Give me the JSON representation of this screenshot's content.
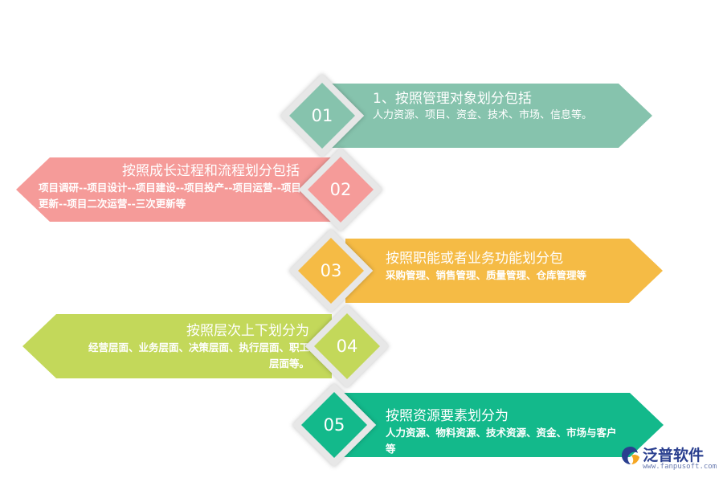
{
  "colors": {
    "c1": "#86c3ad",
    "c2": "#f59b99",
    "c3": "#f5bb45",
    "c4": "#c3d85a",
    "c5": "#13b98b"
  },
  "steps": [
    {
      "num": "01",
      "title": "1、按照管理对象划分包括",
      "desc": "人力资源、项目、资金、技术、市场、信息等。"
    },
    {
      "num": "02",
      "title": "按照成长过程和流程划分包括",
      "desc": "项目调研--项目设计--项目建设--项目投产--项目运营--项目更新--项目二次运营--三次更新等"
    },
    {
      "num": "03",
      "title": "按照职能或者业务功能划分包",
      "desc": "采购管理、销售管理、质量管理、仓库管理等"
    },
    {
      "num": "04",
      "title": "按照层次上下划分为",
      "desc": "经营层面、业务层面、决策层面、执行层面、职工层面等。"
    },
    {
      "num": "05",
      "title": "按照资源要素划分为",
      "desc": "人力资源、物料资源、技术资源、资金、市场与客户等"
    }
  ],
  "logo": {
    "name": "泛普软件",
    "url": "www.fanpusoft.com",
    "icon": "fanpu-logo-icon"
  }
}
